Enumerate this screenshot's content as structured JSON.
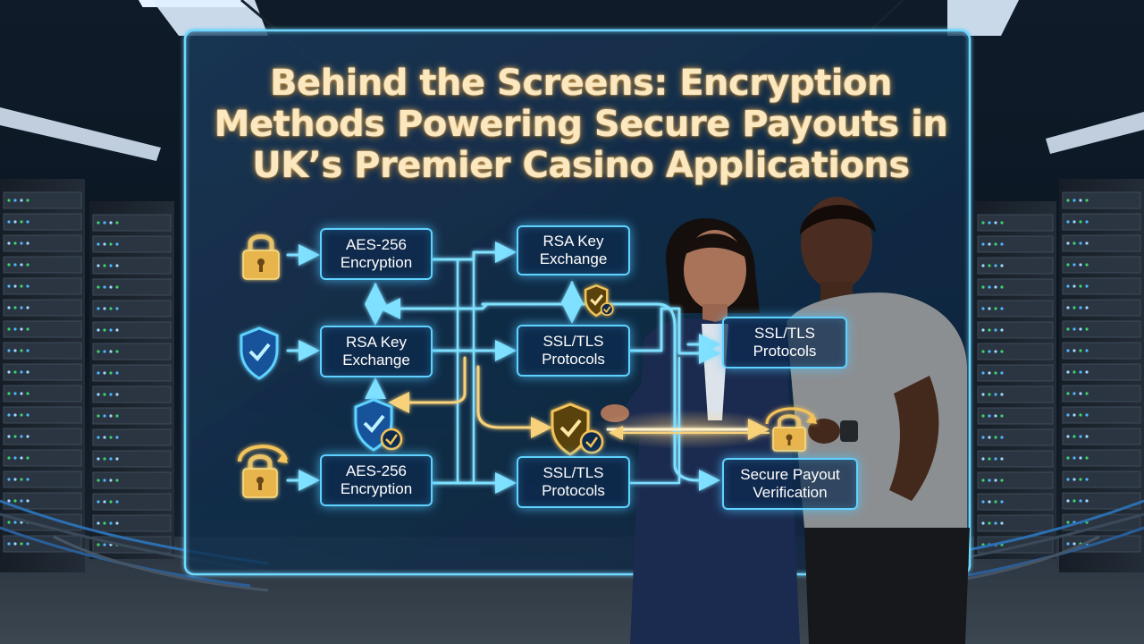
{
  "headline": {
    "line1": "Behind the Screens: Encryption",
    "line2": "Methods Powering Secure Payouts in",
    "line3": "UK’s Premier Casino Applications"
  },
  "nodes": [
    {
      "id": "n1",
      "line1": "AES-256",
      "line2": "Encryption"
    },
    {
      "id": "n2",
      "line1": "RSA Key",
      "line2": "Exchange"
    },
    {
      "id": "n3",
      "line1": "AES-256",
      "line2": "Encryption"
    },
    {
      "id": "n4",
      "line1": "RSA Key",
      "line2": "Exchange"
    },
    {
      "id": "n5",
      "line1": "SSL/TLS",
      "line2": "Protocols"
    },
    {
      "id": "n6",
      "line1": "SSL/TLS",
      "line2": "Protocols"
    },
    {
      "id": "n7",
      "line1": "SSL/TLS",
      "line2": "Protocols"
    },
    {
      "id": "n8",
      "line1": "Secure Payout",
      "line2": "Verification"
    }
  ],
  "icons": [
    "padlock-icon",
    "shield-check-icon",
    "padlock-refresh-icon",
    "shield-badge-icon",
    "shield-badge-icon",
    "shield-badge-icon",
    "padlock-refresh-icon"
  ],
  "colors": {
    "glow_blue": "#5fd2ff",
    "glow_gold": "#f4c45a",
    "title_text": "#fbe8c0",
    "background": "#0a1420"
  }
}
